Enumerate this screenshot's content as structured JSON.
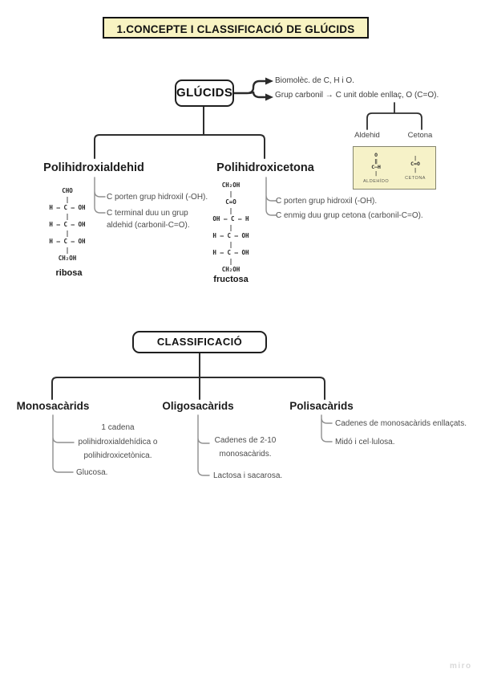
{
  "title": "1.CONCEPTE I CLASSIFICACIÓ DE GLÚCIDS",
  "root": {
    "label": "GLÚCIDS",
    "notes": [
      "Biomolèc. de C, H i O.",
      "Grup carbonil →  C unit doble enllaç, O (C=O)."
    ]
  },
  "carbonyl": {
    "types": [
      "Aldehid",
      "Cetona"
    ],
    "box": {
      "aldehyde_structure": "O\n‖\nC–H\n|",
      "aldehyde_caption": "ALDEHÍDO",
      "ketone_structure": "|\nC=O\n|",
      "ketone_caption": "CETONA"
    }
  },
  "branches": {
    "aldehyde": {
      "heading": "Polihidroxialdehid",
      "bullets": [
        "C porten grup hidroxil (-OH).",
        "C terminal duu un grup aldehid (carbonil-C=O)."
      ],
      "structure": "CHO\n|\nH – C – OH\n|\nH – C – OH\n|\nH – C – OH\n|\nCH₂OH",
      "structure_name": "ribosa"
    },
    "ketone": {
      "heading": "Polihidroxicetona",
      "bullets": [
        "C porten grup hidroxil (-OH).",
        "C enmig duu grup cetona (carbonil-C=O)."
      ],
      "structure": "CH₂OH\n|\nC=O\n|\nOH – C – H\n|\nH – C – OH\n|\nH – C – OH\n|\nCH₂OH",
      "structure_name": "fructosa"
    }
  },
  "classification": {
    "label": "CLASSIFICACIÓ",
    "groups": [
      {
        "heading": "Monosacàrids",
        "bullets": [
          "1 cadena polihidroxialdehídica o polihidroxicetònica.",
          "Glucosa."
        ]
      },
      {
        "heading": "Oligosacàrids",
        "bullets": [
          "Cadenes de 2-10 monosacàrids.",
          "Lactosa i sacarosa."
        ]
      },
      {
        "heading": "Polisacàrids",
        "bullets": [
          "Cadenes de monosacàrids enllaçats.",
          "Midó i cel·lulosa."
        ]
      }
    ]
  },
  "watermark": "miro",
  "colors": {
    "highlight": "#f8f3c2",
    "line": "#2b2b2b",
    "muted_text": "#4c4c4c"
  }
}
